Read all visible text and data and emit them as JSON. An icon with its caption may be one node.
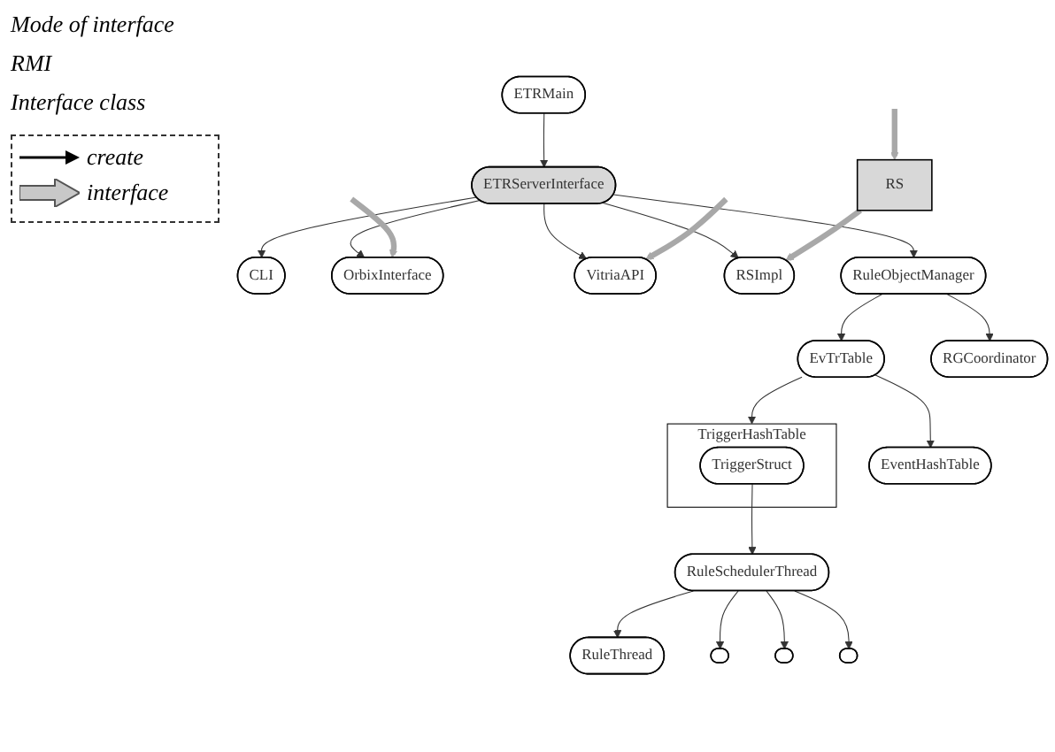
{
  "diagram": {
    "nodes": [
      {
        "text": [
          "ETRMain"
        ]
      },
      {
        "text": [
          "ETRServerInterface"
        ]
      },
      {
        "text": [
          "CLI"
        ]
      },
      {
        "text": [
          "OrbixInterface"
        ]
      },
      {
        "text": [
          "VitriaAPI"
        ]
      },
      {
        "text": [
          "RSImpl"
        ]
      },
      {
        "text": [
          "RS"
        ]
      },
      {
        "text": [
          "RuleObjectManager"
        ]
      },
      {
        "text": [
          "EvTrTable"
        ]
      },
      {
        "text": [
          "RGCoordinator"
        ]
      },
      {
        "text": [
          "EventHashTable"
        ]
      },
      {
        "text": [
          "TriggerHashTable"
        ]
      },
      {
        "text": [
          "TriggerStruct"
        ],
        "in": 11
      },
      {
        "text": [
          "RuleSchedulerThread"
        ]
      },
      {
        "text": [
          "RuleThread"
        ]
      },
      {
        "text": [],
        "shape": "ellipse"
      },
      {
        "text": [],
        "shape": "ellipse"
      },
      {
        "text": [],
        "shape": "ellipse"
      }
    ],
    "edges": [
      {
        "from": 0,
        "to": 1,
        "arrow": "to"
      },
      {
        "from": 1,
        "to": 2,
        "arrow": "to"
      },
      {
        "from": 1,
        "to": 7,
        "arrow": "to"
      },
      {
        "from": 1,
        "to": 3,
        "arrow": "to"
      },
      {
        "from": 1,
        "to": 4,
        "arrow": "to"
      },
      {
        "from": 1,
        "to": 5,
        "arrow": "to"
      },
      {
        "from": 7,
        "to": 8,
        "arrow": "to"
      },
      {
        "from": 7,
        "to": 9,
        "arrow": "to"
      },
      {
        "from": 8,
        "to": 10,
        "arrow": "to"
      },
      {
        "from": 8,
        "to": 11,
        "arrow": "to"
      },
      {
        "from": 12,
        "to": 13,
        "arrow": "to"
      },
      {
        "from": 13,
        "to": 14,
        "arrow": "to"
      },
      {
        "from": 13,
        "to": 15,
        "arrow": "to"
      },
      {
        "from": 13,
        "to": 16,
        "arrow": "to"
      },
      {
        "from": 13,
        "to": 17,
        "arrow": "to"
      },
      {
        "from": null,
        "to": 3,
        "arrow": "to",
        "style": "thick",
        "color": "#a8a8a8"
      },
      {
        "from": null,
        "to": 4,
        "arrow": "to",
        "style": "thick",
        "color": "#a8a8a8"
      },
      {
        "from": null,
        "to": 6,
        "arrow": "to",
        "style": "thick",
        "color": "#a8a8a8"
      },
      {
        "from": 6,
        "to": 5,
        "arrow": "to",
        "style": "thick",
        "color": "#a8a8a8"
      }
    ],
    "labels": [
      "Mode of interface",
      "RMI",
      "Interface class"
    ],
    "legend": [
      {
        "text": "create"
      },
      {
        "text": "interface"
      }
    ]
  }
}
